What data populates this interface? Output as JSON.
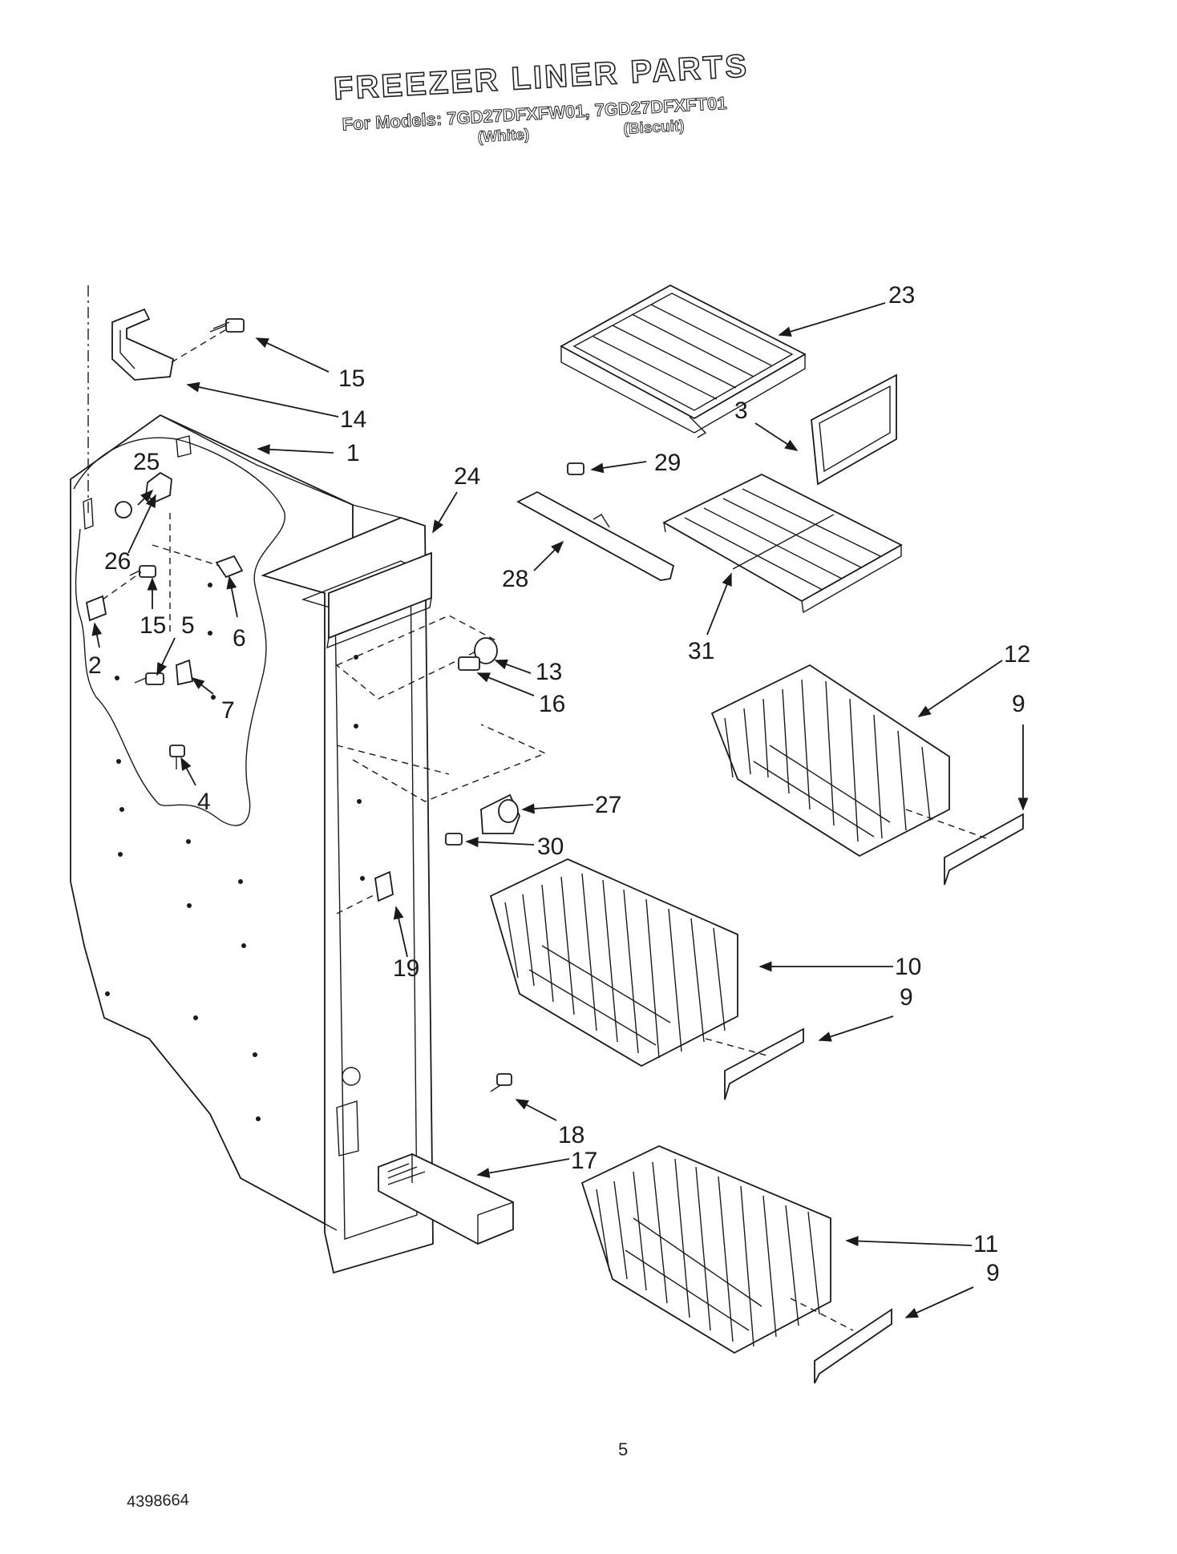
{
  "header": {
    "title": "FREEZER LINER PARTS",
    "models_line": "For Models: 7GD27DFXFW01, 7GD27DFXFT01",
    "color_white": "(White)",
    "color_biscuit": "(Biscuit)"
  },
  "callouts": {
    "c1": "1",
    "c2": "2",
    "c3": "3",
    "c4": "4",
    "c5": "5",
    "c6": "6",
    "c7": "7",
    "c9a": "9",
    "c9b": "9",
    "c9c": "9",
    "c10": "10",
    "c11": "11",
    "c12": "12",
    "c13": "13",
    "c14": "14",
    "c15a": "15",
    "c15b": "15",
    "c16": "16",
    "c17": "17",
    "c18": "18",
    "c19": "19",
    "c23": "23",
    "c24": "24",
    "c25": "25",
    "c26": "26",
    "c27": "27",
    "c28": "28",
    "c29": "29",
    "c30": "30",
    "c31": "31"
  },
  "footer": {
    "page_number": "5",
    "doc_number": "4398664"
  }
}
